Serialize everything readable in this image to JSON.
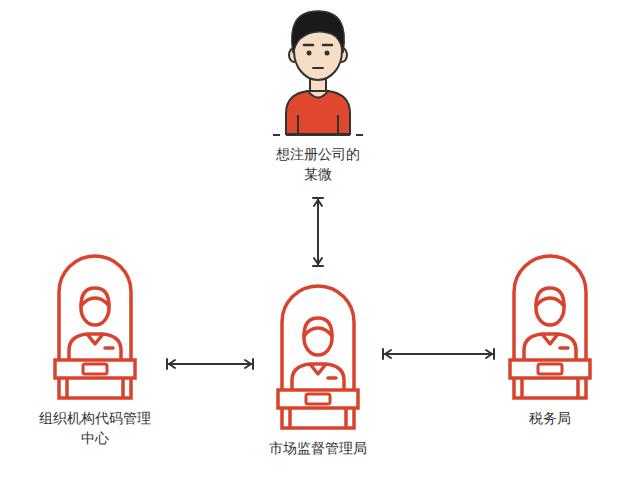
{
  "diagram": {
    "nodes": [
      {
        "text": [
          "想注册公司的 某微"
        ]
      },
      {
        "text": [
          "组织机构代码管理 中心"
        ]
      },
      {
        "text": [
          "市场监督管理局"
        ]
      },
      {
        "text": [
          "税务局"
        ]
      }
    ],
    "edges": [
      {
        "from": 0,
        "to": 2,
        "arrow": "both"
      },
      {
        "from": 1,
        "to": 2,
        "arrow": "both"
      },
      {
        "from": 2,
        "to": 3,
        "arrow": "both"
      }
    ]
  }
}
